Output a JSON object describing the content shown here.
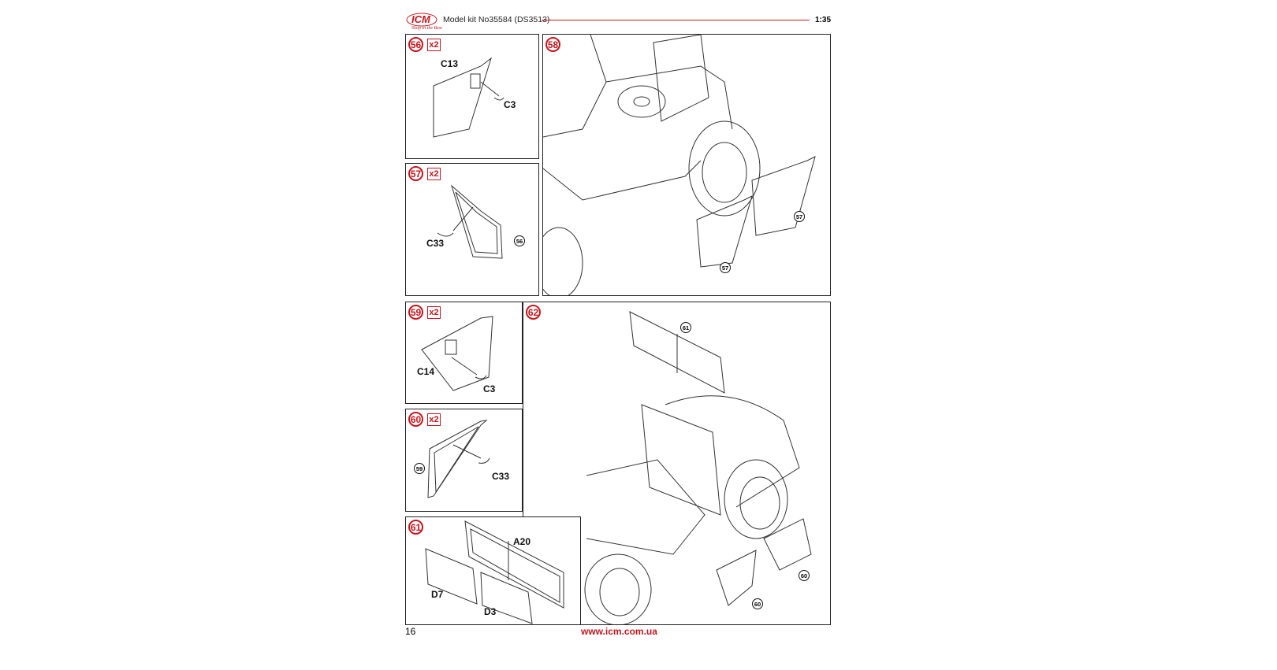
{
  "header": {
    "brand": "ICM",
    "tagline": "Shop in the Best",
    "title": "Model kit No35584 (DS3513)",
    "scale": "1:35"
  },
  "footer": {
    "page": "16",
    "url": "www.icm.com.ua"
  },
  "colors": {
    "accent": "#c8161d"
  },
  "steps": {
    "s56": {
      "num": "56",
      "mult": "x2",
      "parts": [
        "C13",
        "C3"
      ]
    },
    "s57": {
      "num": "57",
      "mult": "x2",
      "parts": [
        "C33"
      ],
      "refs": [
        "56"
      ]
    },
    "s58": {
      "num": "58",
      "refs": [
        "57",
        "57"
      ]
    },
    "s59": {
      "num": "59",
      "mult": "x2",
      "parts": [
        "C14",
        "C3"
      ]
    },
    "s60": {
      "num": "60",
      "mult": "x2",
      "parts": [
        "C33"
      ],
      "refs": [
        "59"
      ]
    },
    "s61": {
      "num": "61",
      "parts": [
        "A20",
        "D7",
        "D3"
      ]
    },
    "s62": {
      "num": "62",
      "refs": [
        "61",
        "60",
        "60"
      ]
    }
  }
}
